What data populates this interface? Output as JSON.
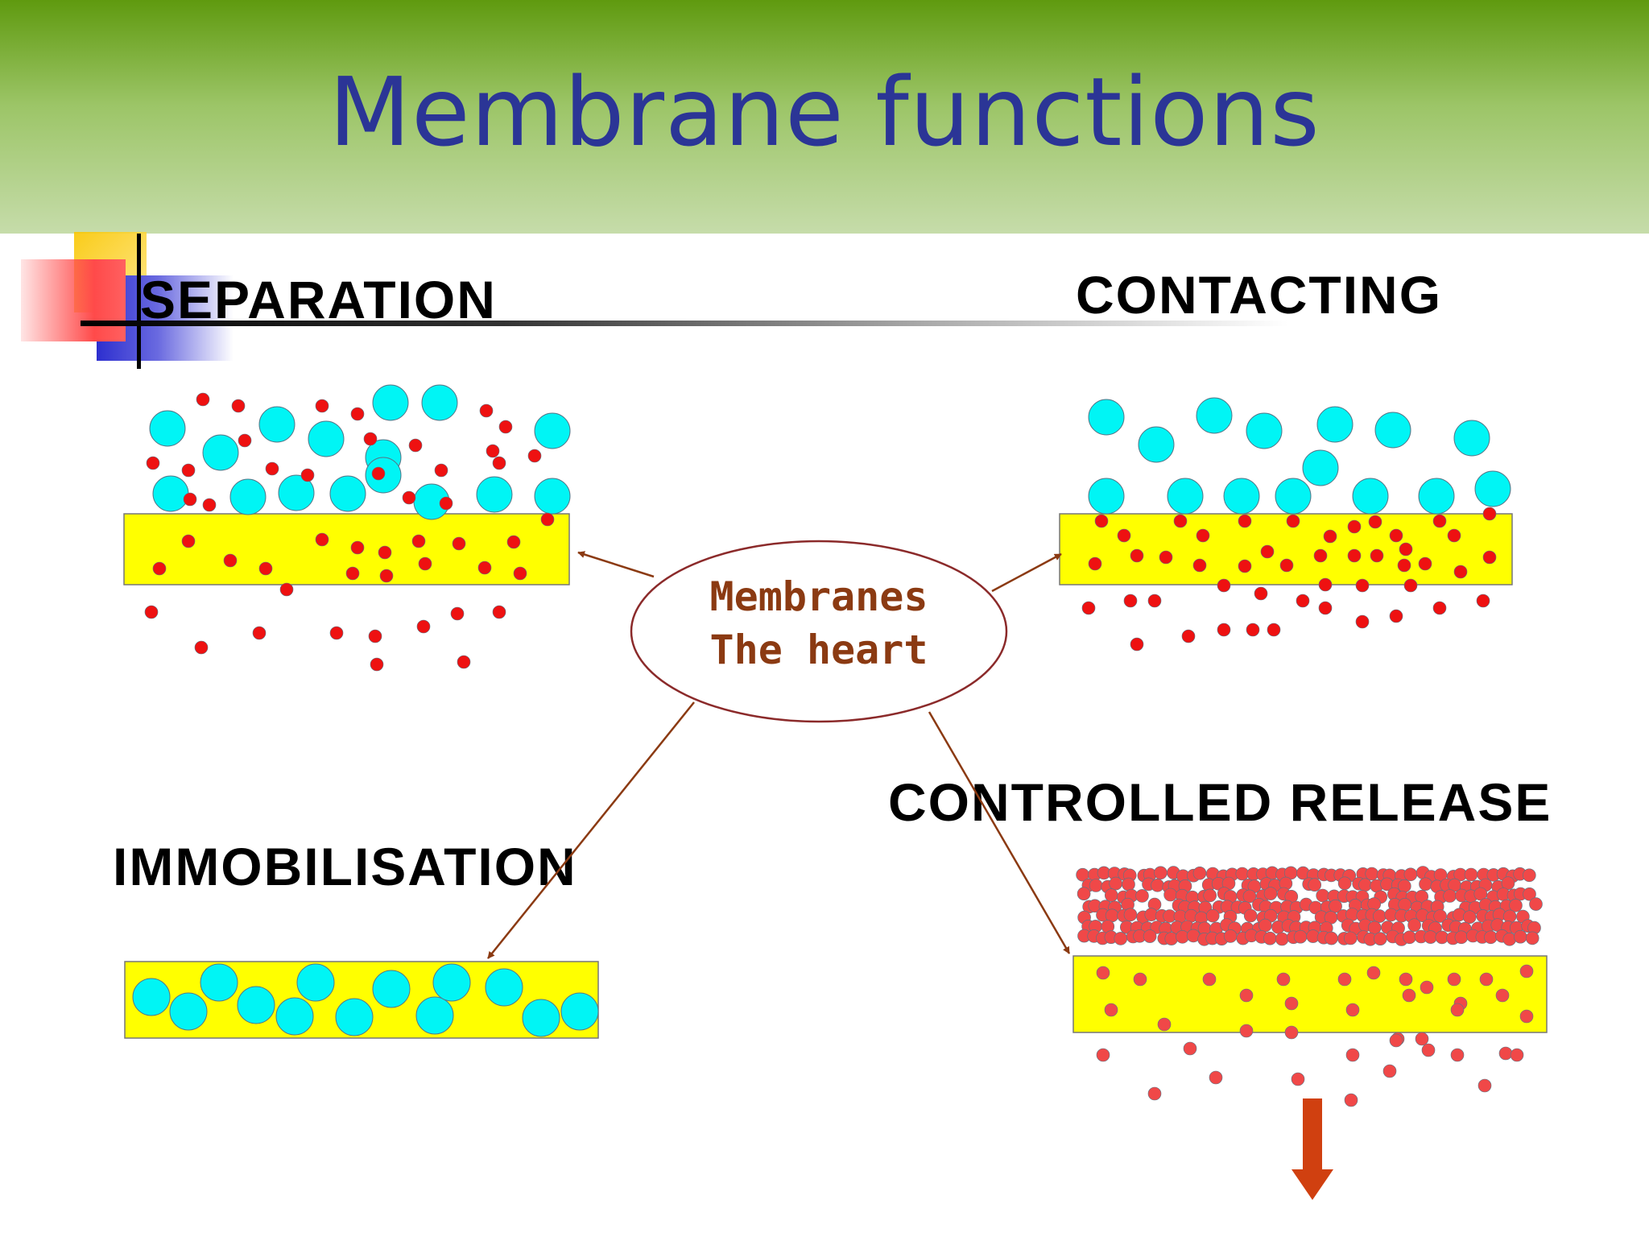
{
  "title": "Membrane functions",
  "hub": {
    "line1": "Membranes",
    "line2": "The heart"
  },
  "labels": {
    "separation": "SEPARATION",
    "contacting": "CONTACTING",
    "controlled_release": "CONTROLLED RELEASE",
    "immobilisation": "IMMOBILISATION"
  },
  "colors": {
    "header_top": "#5f9a0f",
    "header_bottom": "#c6dcaa",
    "title": "#2b3596",
    "membrane": "#ffff00",
    "large_particle": "#00f5f5",
    "small_particle": "#ee1111",
    "release_particle": "#f04848",
    "arrow": "#8b3a12",
    "release_arrow": "#d04010"
  }
}
